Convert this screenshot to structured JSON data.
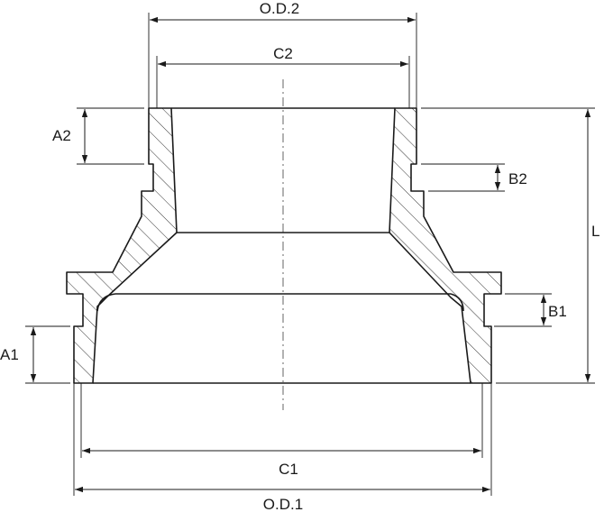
{
  "labels": {
    "od2": "O.D.2",
    "c2": "C2",
    "a2": "A2",
    "b2": "B2",
    "l": "L",
    "b1": "B1",
    "a1": "A1",
    "c1": "C1",
    "od1": "O.D.1"
  }
}
